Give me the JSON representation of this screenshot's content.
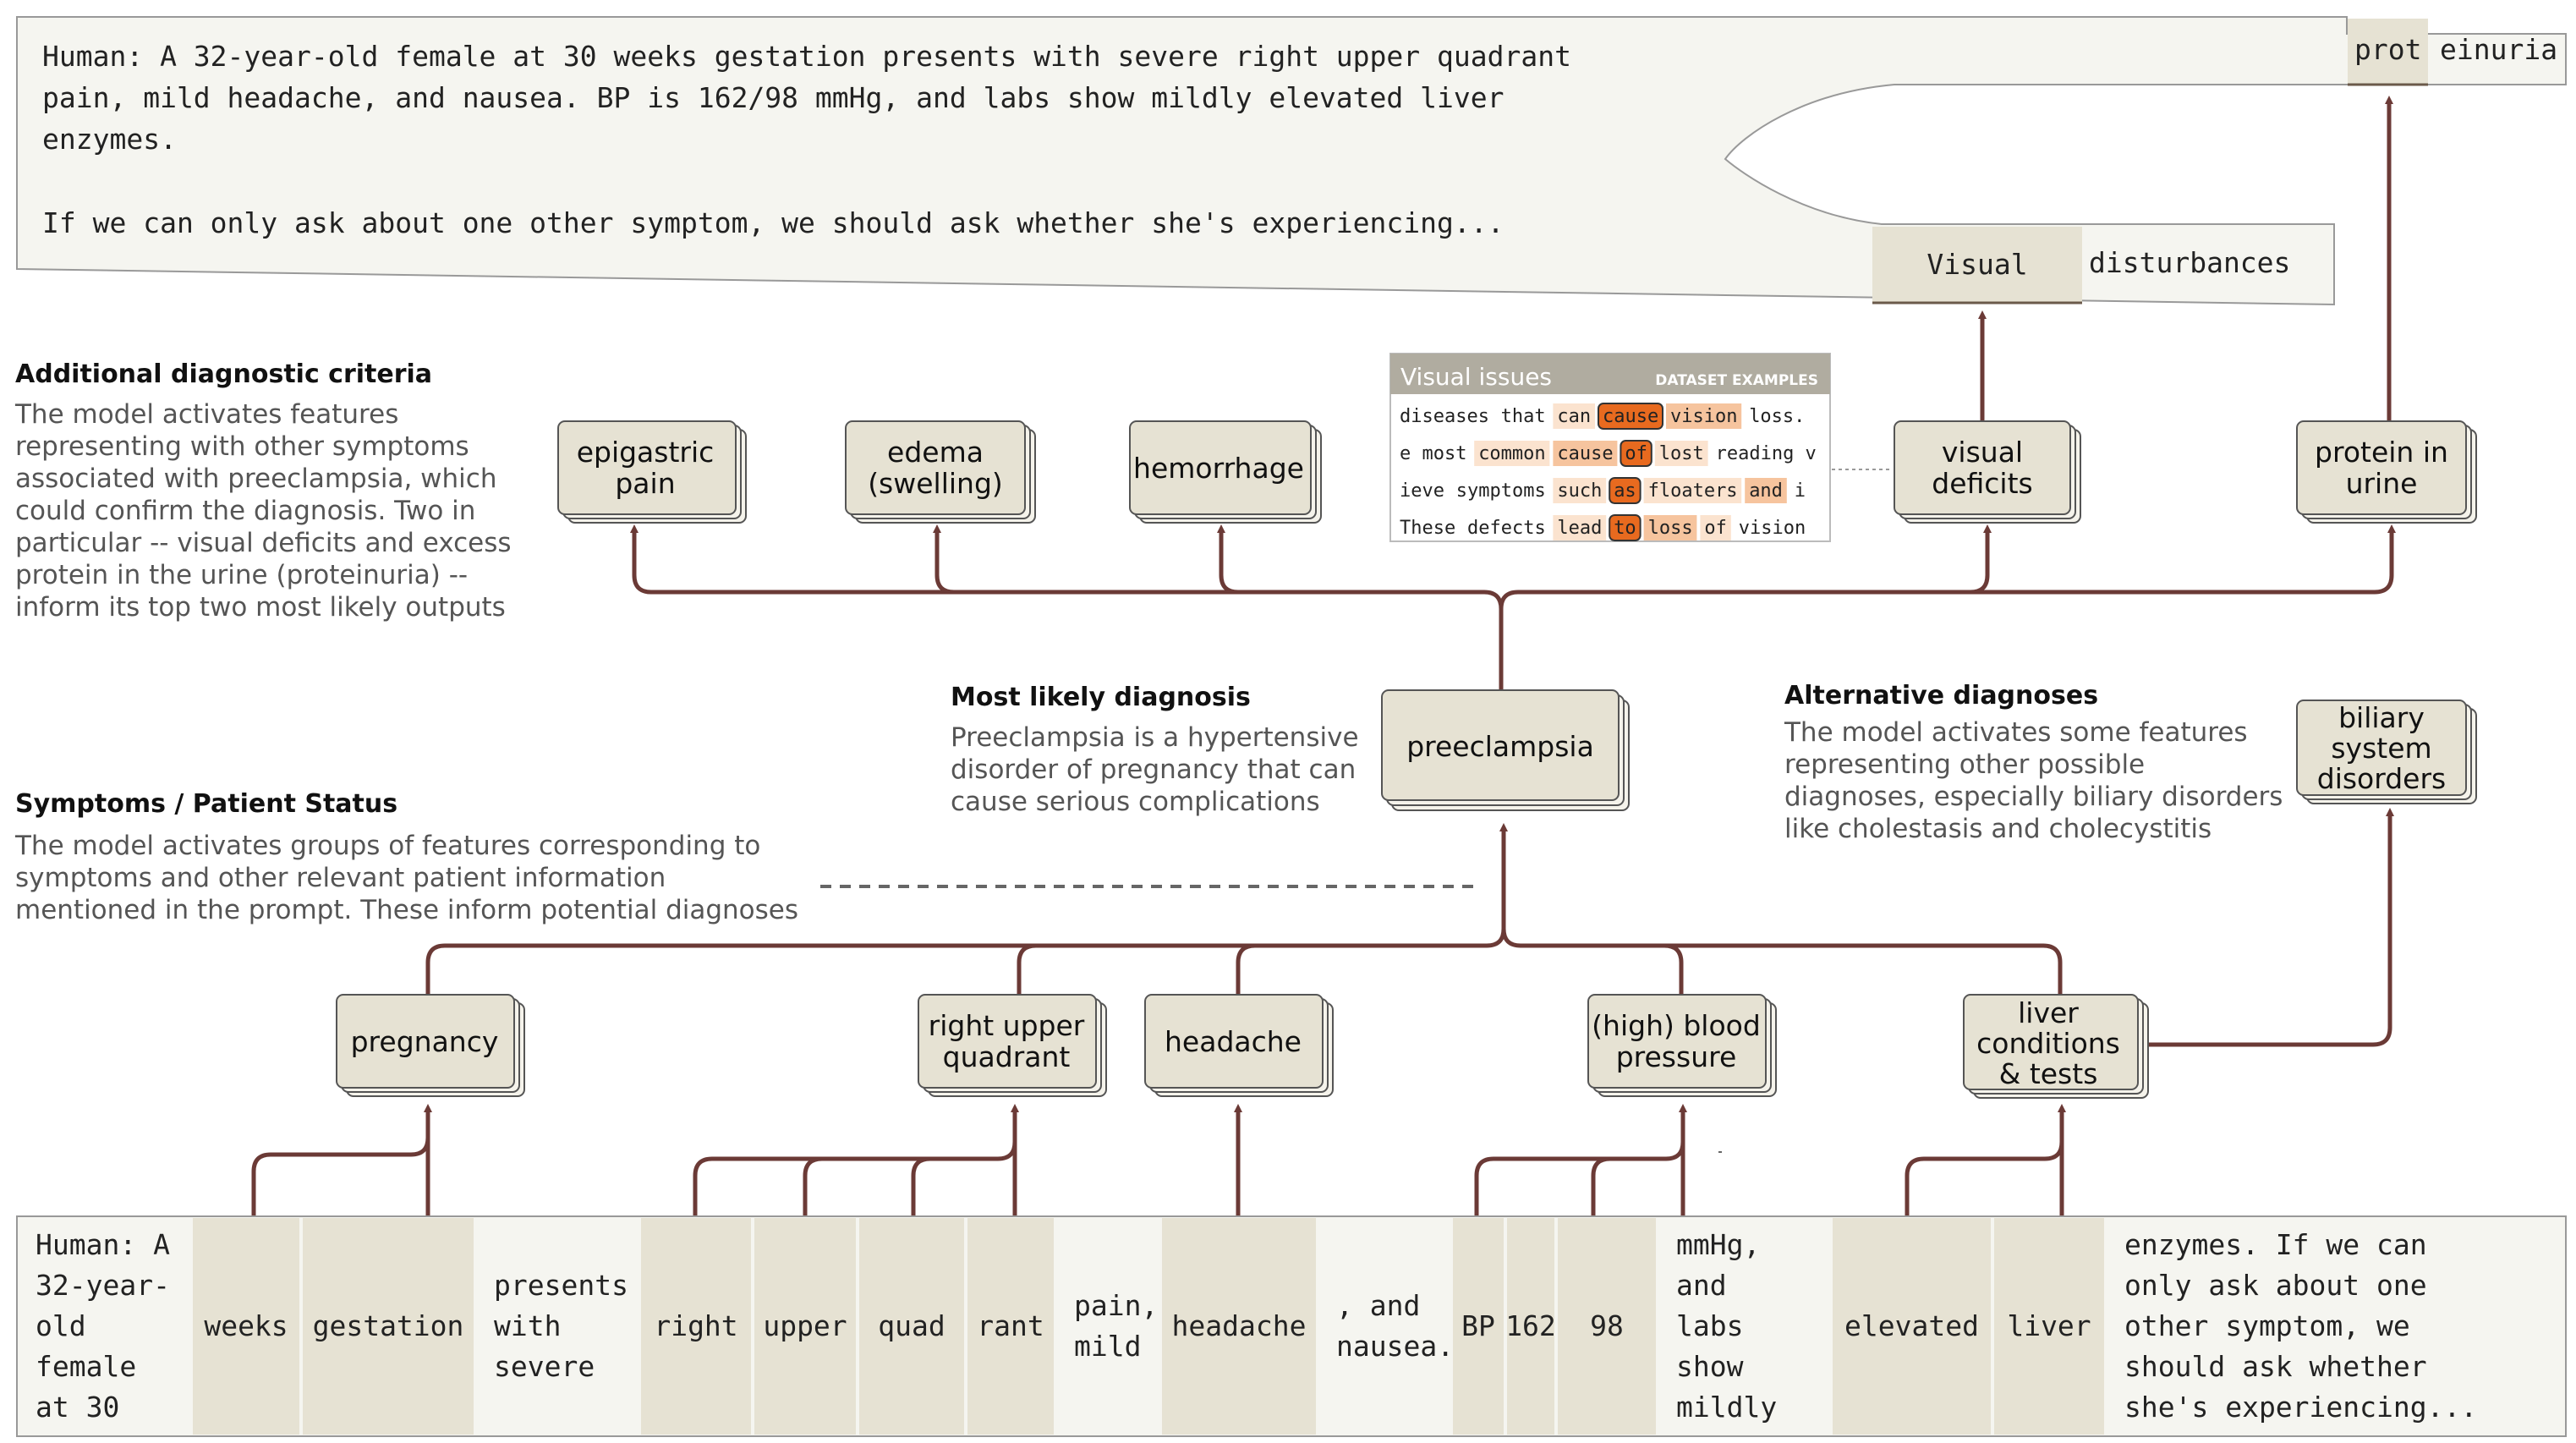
{
  "prompt": {
    "lines": [
      "Human: A 32-year-old female at 30 weeks gestation presents with severe right upper quadrant",
      "pain, mild headache, and nausea. BP is 162/98 mmHg, and labs show mildly elevated liver",
      "enzymes.",
      "",
      "If we can only ask about one other symptom, we should ask whether she's experiencing..."
    ],
    "output_top": [
      "prot",
      "einuria"
    ],
    "output_second": [
      "Visual",
      "disturbances"
    ]
  },
  "sections": {
    "criteria": {
      "title": "Additional diagnostic criteria",
      "lines": [
        "The model activates features",
        "representing with other symptoms",
        "associated with preeclampsia, which",
        "could confirm the diagnosis. Two in",
        "particular -- visual deficits and excess",
        "protein in the urine (proteinuria) --",
        "inform its top two most likely outputs"
      ]
    },
    "diagnosis": {
      "title": "Most likely diagnosis",
      "lines": [
        "Preeclampsia is a hypertensive",
        "disorder of pregnancy that can",
        "cause serious complications"
      ]
    },
    "alternative": {
      "title": "Alternative diagnoses",
      "lines": [
        "The model activates some features",
        "representing other possible",
        "diagnoses, especially biliary disorders",
        "like cholestasis and cholecystitis"
      ]
    },
    "symptoms": {
      "title": "Symptoms / Patient Status",
      "lines": [
        "The model activates groups of features corresponding to",
        "symptoms and other relevant patient information",
        "mentioned in the prompt. These inform potential diagnoses"
      ]
    }
  },
  "nodes": {
    "epigastric": [
      "epigastric",
      "pain"
    ],
    "edema": [
      "edema",
      "(swelling)"
    ],
    "hemorrhage": [
      "hemorrhage"
    ],
    "visual": [
      "visual",
      "deficits"
    ],
    "protein": [
      "protein in",
      "urine"
    ],
    "preeclampsia": [
      "preeclampsia"
    ],
    "biliary": [
      "biliary",
      "system",
      "disorders"
    ],
    "pregnancy": [
      "pregnancy"
    ],
    "ruq": [
      "right upper",
      "quadrant"
    ],
    "headache": [
      "headache"
    ],
    "bp": [
      "(high) blood",
      "pressure"
    ],
    "liver": [
      "liver",
      "conditions",
      "& tests"
    ]
  },
  "examples": {
    "title": "Visual issues",
    "tag": "DATASET EXAMPLES",
    "rows": [
      [
        {
          "t": "diseases",
          "h": 0
        },
        {
          "t": "that",
          "h": 0
        },
        {
          "t": "can",
          "h": 1
        },
        {
          "t": "cause",
          "h": 4
        },
        {
          "t": "vision",
          "h": 2
        },
        {
          "t": "loss.",
          "h": 0
        }
      ],
      [
        {
          "t": "e most",
          "h": 0
        },
        {
          "t": "common",
          "h": 1
        },
        {
          "t": "cause",
          "h": 2
        },
        {
          "t": "of",
          "h": 4
        },
        {
          "t": "lost",
          "h": 1
        },
        {
          "t": "reading v",
          "h": 0
        }
      ],
      [
        {
          "t": "ieve",
          "h": 0
        },
        {
          "t": "symptoms",
          "h": 0
        },
        {
          "t": "such",
          "h": 1
        },
        {
          "t": "as",
          "h": 4
        },
        {
          "t": "floaters",
          "h": 1
        },
        {
          "t": "and",
          "h": 2
        },
        {
          "t": "i",
          "h": 0
        }
      ],
      [
        {
          "t": "These",
          "h": 0
        },
        {
          "t": "defects",
          "h": 0
        },
        {
          "t": "lead",
          "h": 1
        },
        {
          "t": "to",
          "h": 4
        },
        {
          "t": "loss",
          "h": 2
        },
        {
          "t": "of",
          "h": 1
        },
        {
          "t": "vision",
          "h": 0
        }
      ]
    ]
  },
  "tokens": [
    {
      "lines": [
        "Human: A",
        "32-year-",
        "old",
        "female",
        "at 30"
      ],
      "hl": false
    },
    {
      "lines": [
        "weeks"
      ],
      "hl": true
    },
    {
      "lines": [
        "gestation"
      ],
      "hl": true
    },
    {
      "lines": [
        "presents",
        "with",
        "severe"
      ],
      "hl": false
    },
    {
      "lines": [
        "right"
      ],
      "hl": true
    },
    {
      "lines": [
        "upper"
      ],
      "hl": true
    },
    {
      "lines": [
        "quad"
      ],
      "hl": true
    },
    {
      "lines": [
        "rant"
      ],
      "hl": true
    },
    {
      "lines": [
        "pain,",
        "mild"
      ],
      "hl": false
    },
    {
      "lines": [
        "headache"
      ],
      "hl": true
    },
    {
      "lines": [
        ", and",
        "nausea."
      ],
      "hl": false
    },
    {
      "lines": [
        "BP"
      ],
      "hl": true
    },
    {
      "lines": [
        "162"
      ],
      "hl": true
    },
    {
      "lines": [
        "98"
      ],
      "hl": true
    },
    {
      "lines": [
        "mmHg,",
        "and",
        "labs",
        "show",
        "mildly"
      ],
      "hl": false
    },
    {
      "lines": [
        "elevated"
      ],
      "hl": true
    },
    {
      "lines": [
        "liver"
      ],
      "hl": true
    },
    {
      "lines": [
        "enzymes. If we can",
        "only ask about one",
        "other symptom, we",
        "should ask whether",
        "she's experiencing..."
      ],
      "hl": false
    }
  ],
  "colors": {
    "edge": "#6b3a36",
    "node_fill": "#e6e2d3",
    "panel_fill": "#f5f5f0",
    "highlight": "#e6e2d3",
    "act_light": "#fbe3cf",
    "act_mid": "#f6c49e",
    "act_strong": "#e86a1f"
  }
}
